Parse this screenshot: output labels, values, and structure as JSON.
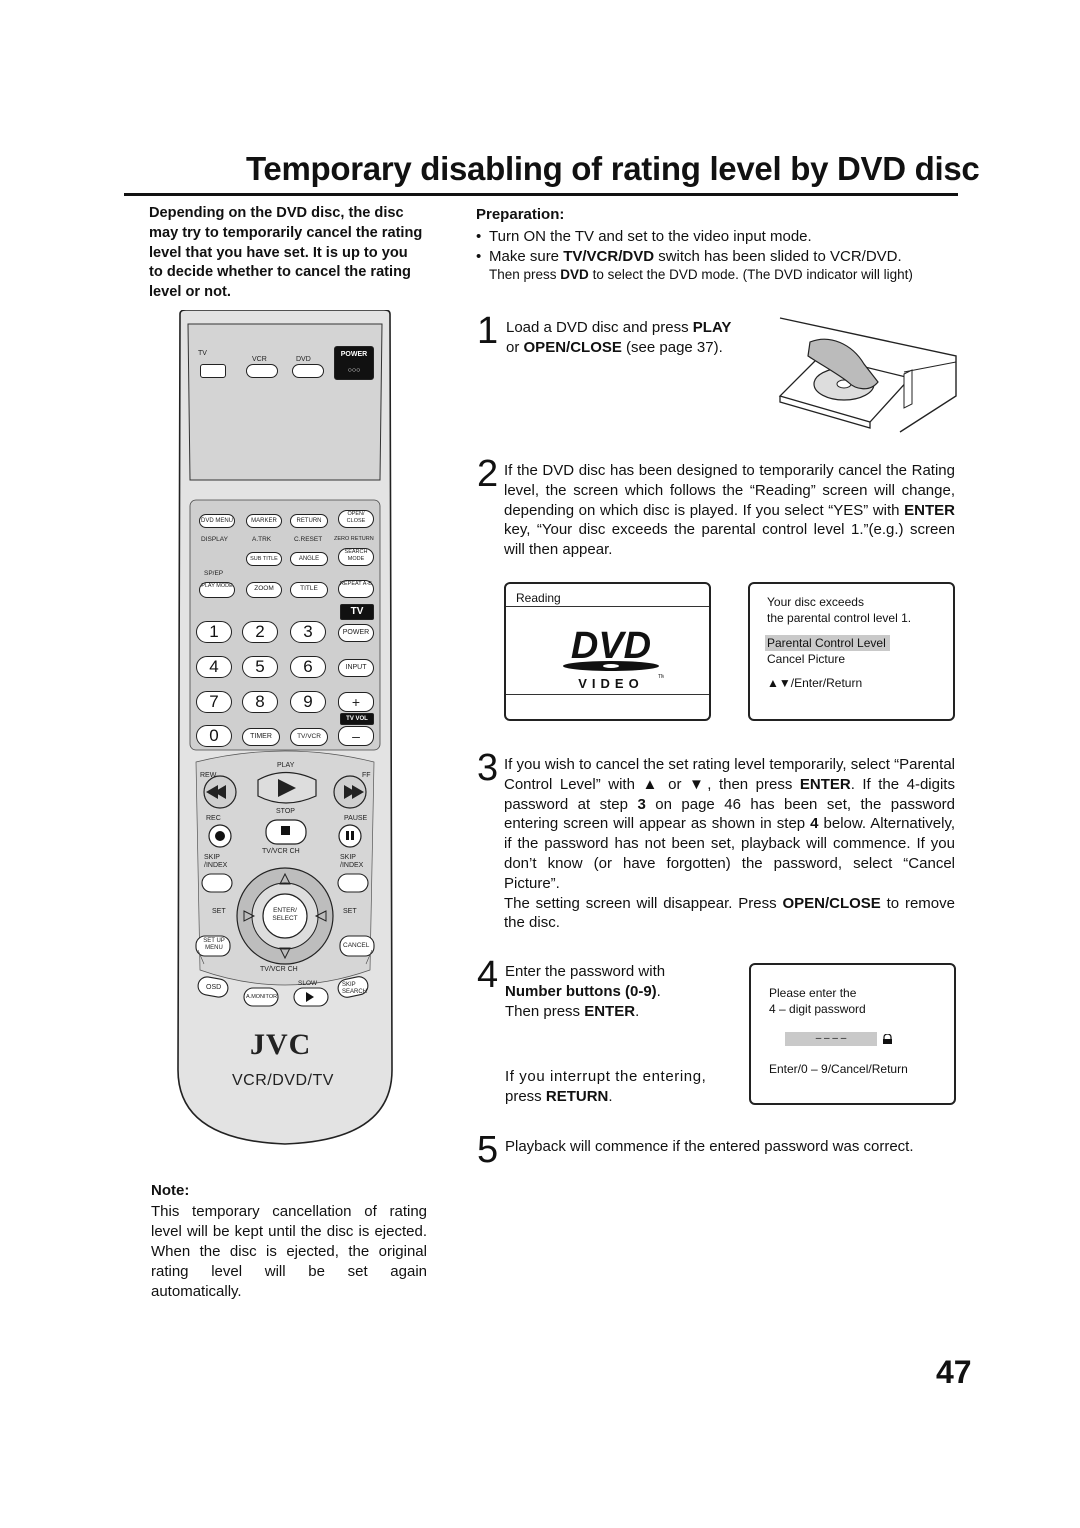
{
  "title": "Temporary disabling of rating level by DVD disc",
  "intro": "Depending on the DVD disc, the disc may try to temporarily cancel the rating level that you have set. It is up to you to decide whether to cancel the rating level or not.",
  "preparation": {
    "heading": "Preparation:",
    "bullet1": "Turn ON the TV and set to the video input mode.",
    "bullet2_pre": "Make sure ",
    "bullet2_bold": "TV/VCR/DVD",
    "bullet2_post": " switch has been slided to VCR/DVD.",
    "bullet3_pre": "Then press ",
    "bullet3_bold": "DVD",
    "bullet3_post": " to select the DVD mode. (The DVD indicator will light)"
  },
  "steps": {
    "s1": {
      "num": "1",
      "line1_pre": "Load a DVD disc and press ",
      "line1_bold": "PLAY",
      "line2_pre": "or ",
      "line2_bold": "OPEN/CLOSE",
      "line2_post": " (see page 37)."
    },
    "s2": {
      "num": "2",
      "text_a": "If the DVD disc has been designed to temporarily cancel the Rating level, the screen which follows the “Reading” screen will change, depending on which disc is played. If you select “YES” with ",
      "text_bold": "ENTER",
      "text_b": " key, “Your disc exceeds the parental control level 1.”(e.g.) screen will then appear."
    },
    "s3": {
      "num": "3",
      "p1_a": "If you wish to cancel the set rating level temporarily, select “Parental Control Level” with ",
      "p1_b": " or ",
      "p1_c": ", then press ",
      "p1_bold1": "ENTER",
      "p1_d": ". If the 4-digits password at step ",
      "p1_bold2": "3",
      "p1_e": " on page 46 has been set, the password entering screen will appear as shown in step ",
      "p1_bold3": "4",
      "p1_f": " below. Alternatively, if the password has not been set, playback will commence. If you don’t know (or have forgotten) the password, select “Cancel Picture”.",
      "p2_a": "The setting screen will disappear. Press ",
      "p2_bold": "OPEN/CLOSE",
      "p2_b": " to remove the disc."
    },
    "s4": {
      "num": "4",
      "line1": "Enter the password with",
      "line2_bold": "Number buttons (0-9)",
      "line2_post": ".",
      "line3_pre": "Then press ",
      "line3_bold": "ENTER",
      "line3_post": ".",
      "sub1": "If you interrupt the entering,",
      "sub2_pre": "press ",
      "sub2_bold": "RETURN",
      "sub2_post": "."
    },
    "s5": {
      "num": "5",
      "text": "Playback will commence if the entered password was correct."
    }
  },
  "screens": {
    "reading": {
      "label": "Reading",
      "logo": "DVD",
      "logo_sub": "VIDEO",
      "tm": "TM"
    },
    "exceeds": {
      "line1": "Your disc exceeds",
      "line2": "the parental control level 1.",
      "opt1": "Parental Control Level",
      "opt2": "Cancel Picture",
      "nav": "/Enter/Return"
    },
    "password": {
      "line1": "Please enter the",
      "line2": "4 – digit password",
      "dashes": "– – – –",
      "nav": "Enter/0 – 9/Cancel/Return"
    }
  },
  "remote": {
    "tv": "TV",
    "vcr": "VCR",
    "dvd": "DVD",
    "power": "POWER",
    "dvd_menu": "DVD MENU",
    "marker": "MARKER",
    "return": "RETURN",
    "open_close": "OPEN/ CLOSE",
    "display": "DISPLAY",
    "atrk": "A.TRK",
    "creset": "C.RESET",
    "zero_return": "ZERO RETURN",
    "sub_title": "SUB TITLE",
    "angle": "ANGLE",
    "search_mode": "SEARCH MODE",
    "spep": "SP/EP",
    "play_mode": "PLAY MODE",
    "zoom": "ZOOM",
    "title_btn": "TITLE",
    "repeat": "REPEAT A-B",
    "tv_label": "TV",
    "tv_power": "POWER",
    "input": "INPUT",
    "tv_vol": "TV VOL",
    "n1": "1",
    "n2": "2",
    "n3": "3",
    "n4": "4",
    "n5": "5",
    "n6": "6",
    "n7": "7",
    "n8": "8",
    "n9": "9",
    "n0": "0",
    "plus": "+",
    "minus": "–",
    "timer": "TIMER",
    "tvvcr": "TV/VCR",
    "play": "PLAY",
    "rew": "REW",
    "ff": "FF",
    "stop": "STOP",
    "rec": "REC",
    "pause": "PAUSE",
    "skip_index_l": "SKIP /INDEX",
    "skip_index_r": "SKIP /INDEX",
    "tvvcr_ch": "TV/VCR CH",
    "set_l": "SET",
    "set_r": "SET",
    "enter_select": "ENTER/ SELECT",
    "setup_menu": "SET UP MENU",
    "cancel": "CANCEL",
    "osd": "OSD",
    "amonitor": "A.MONITOR",
    "slow": "SLOW",
    "skip_search": "SKIP SEARCH",
    "brand": "JVC",
    "model": "VCR/DVD/TV"
  },
  "note": {
    "heading": "Note:",
    "text": "This temporary cancellation of rating level will be kept until the disc is ejected. When the disc is ejected, the original rating level will be set again automatically."
  },
  "page_number": "47"
}
